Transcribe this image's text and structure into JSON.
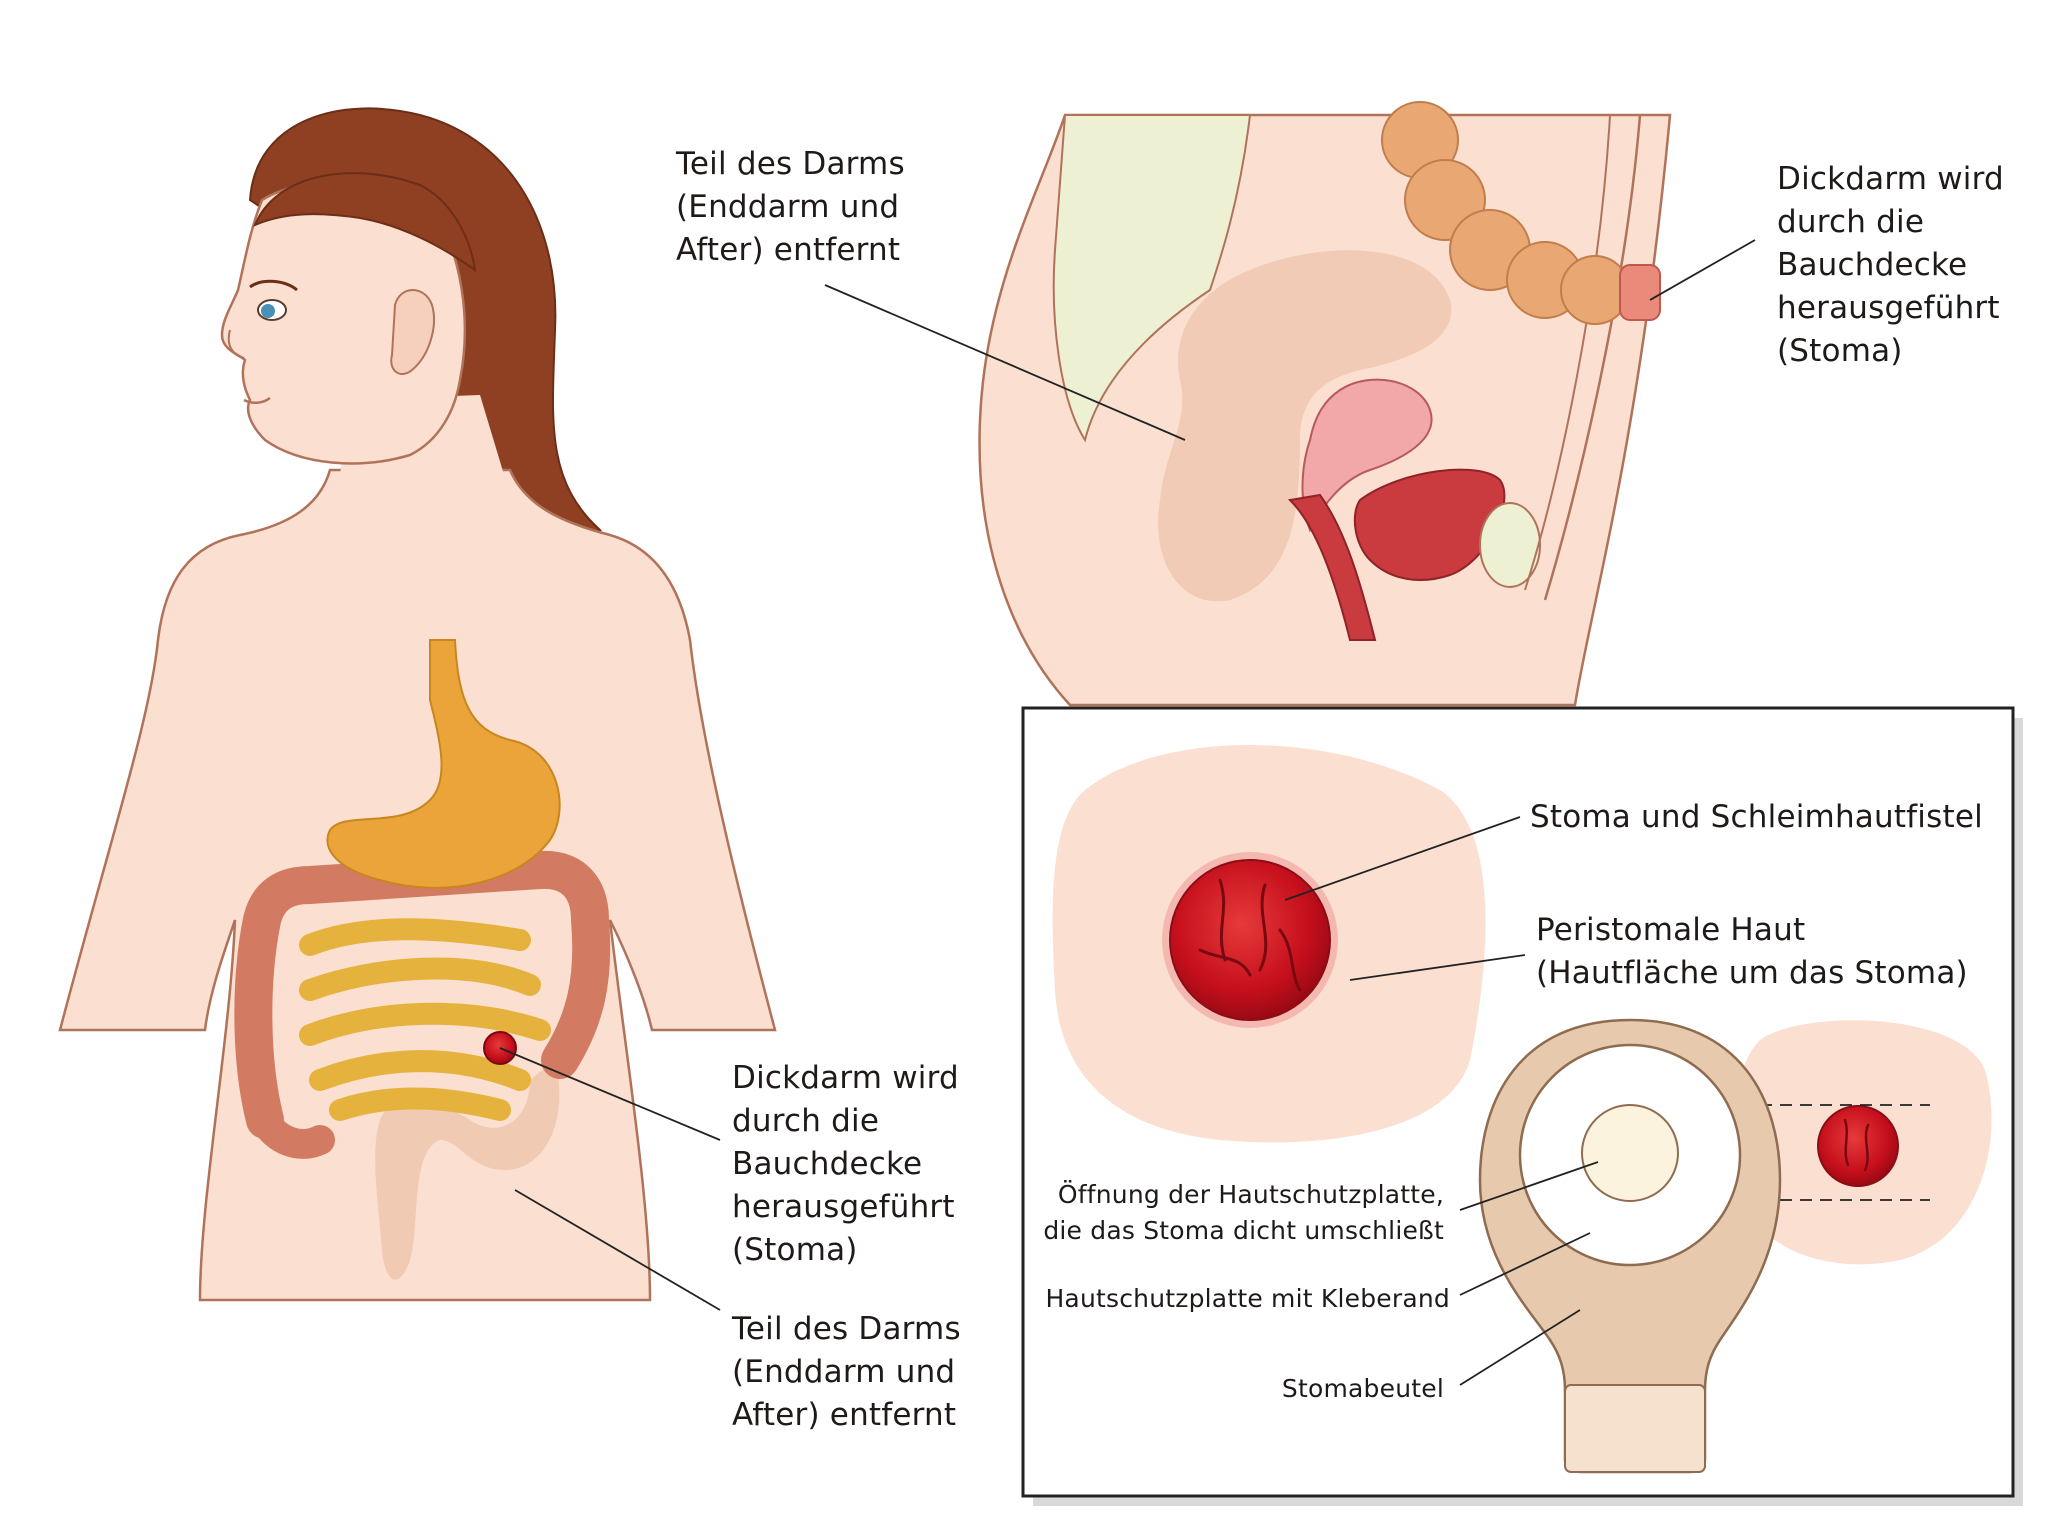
{
  "labels": {
    "top_removed": {
      "lines": [
        "Teil des Darms",
        "(Enddarm und",
        "After) entfernt"
      ]
    },
    "top_stoma": {
      "lines": [
        "Dickdarm wird",
        "durch die",
        "Bauchdecke",
        "herausgeführt",
        "(Stoma)"
      ]
    },
    "child_stoma": {
      "lines": [
        "Dickdarm wird",
        "durch die",
        "Bauchdecke",
        "herausgeführt",
        "(Stoma)"
      ]
    },
    "child_removed": {
      "lines": [
        "Teil des Darms",
        "(Enddarm und",
        "After) entfernt"
      ]
    },
    "inset_stoma_fistula": {
      "lines": [
        "Stoma und Schleimhautfistel"
      ]
    },
    "inset_peristomal": {
      "lines": [
        "Peristomale Haut",
        "(Hautfläche um das Stoma)"
      ]
    },
    "inset_opening": {
      "lines": [
        "Öffnung der Hautschutzplatte,",
        "die das Stoma dicht umschließt"
      ]
    },
    "inset_baseplate": {
      "lines": [
        "Hautschutzplatte mit Kleberand"
      ]
    },
    "inset_pouch": {
      "lines": [
        "Stomabeutel"
      ]
    }
  },
  "colors": {
    "skin": "#fbe0d1",
    "skin_outline": "#b0735a",
    "hair": "#8f3f22",
    "stomach": "#eaa43a",
    "small_intestine": "#e6b23e",
    "colon": "#d27b62",
    "removed_bowel": "#efc6ae",
    "stoma_red": "#c8101e",
    "bladder": "#c93b3f",
    "spine": "#eef0d4",
    "pouch": "#e7c9ad",
    "inset_border": "#222222"
  }
}
